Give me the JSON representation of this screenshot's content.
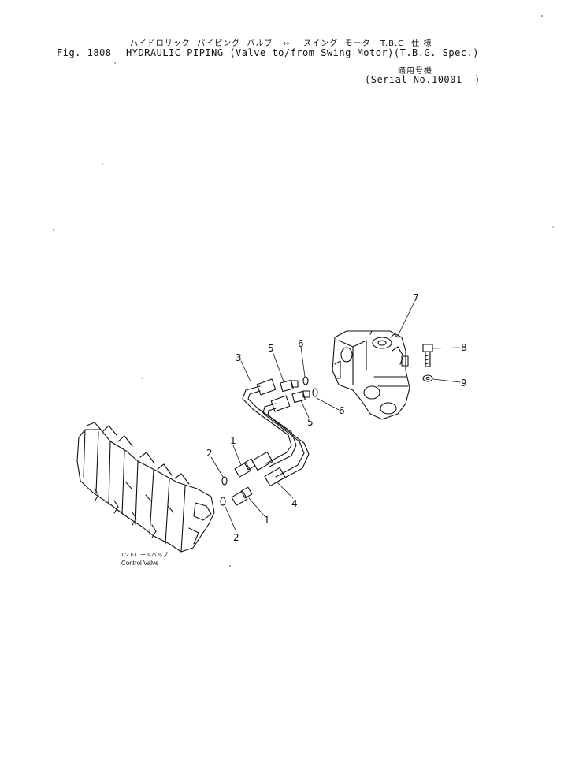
{
  "header": {
    "fig_number": "Fig. 1808",
    "title_jp": "ハイドロリック  パイピング  バルブ   ↔    スイング  モータ   T.B.G. 仕 様",
    "title_en": "HYDRAULIC PIPING (Valve to/from Swing Motor)(T.B.G. Spec.)",
    "serial_jp": "適用号機",
    "serial_en": "(Serial No.10001- )"
  },
  "callouts": [
    {
      "id": "1a",
      "label": "1"
    },
    {
      "id": "1b",
      "label": "1"
    },
    {
      "id": "2a",
      "label": "2"
    },
    {
      "id": "2b",
      "label": "2"
    },
    {
      "id": "3",
      "label": "3"
    },
    {
      "id": "4",
      "label": "4"
    },
    {
      "id": "5a",
      "label": "5"
    },
    {
      "id": "5b",
      "label": "5"
    },
    {
      "id": "6a",
      "label": "6"
    },
    {
      "id": "6b",
      "label": "6"
    },
    {
      "id": "7",
      "label": "7"
    },
    {
      "id": "8",
      "label": "8"
    },
    {
      "id": "9",
      "label": "9"
    }
  ],
  "component_labels": {
    "control_valve_jp": "コントロールバルブ",
    "control_valve_en": "Control Valve"
  }
}
